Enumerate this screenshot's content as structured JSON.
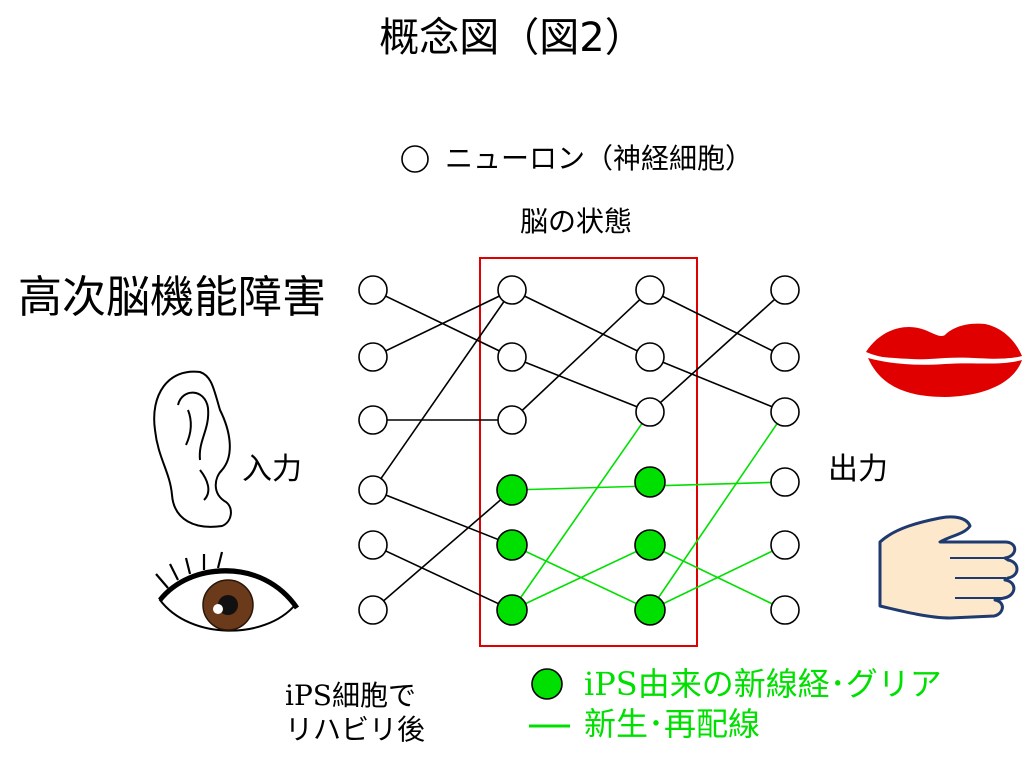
{
  "title": "概念図（図2）",
  "main_label": "高次脳機能障害",
  "brain_label": "脳の状態",
  "input_label": "入力",
  "output_label": "出力",
  "legend": {
    "neuron": "ニューロン（神経細胞）",
    "ips_neuron": "iPS由来の新線経･グリア",
    "new_wiring": "新生･再配線"
  },
  "ips_rehab_line1": "iPS細胞で",
  "ips_rehab_line2": "リハビリ後",
  "colors": {
    "ips_green": "#00e000",
    "frame_red": "#e00000",
    "lips_red": "#e00000",
    "hand_skin": "#fde8cc",
    "hand_outline": "#1f3a6e",
    "iris_brown": "#6b3a1a"
  }
}
